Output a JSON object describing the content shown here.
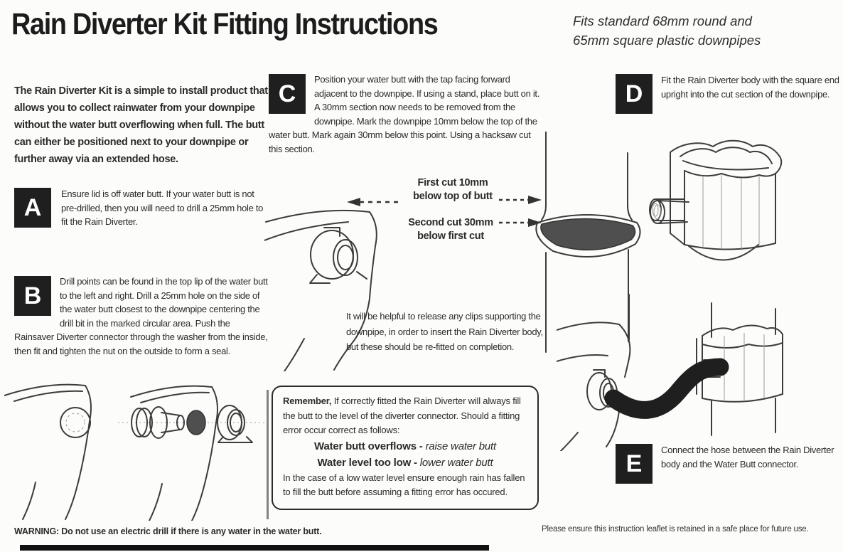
{
  "page": {
    "title": "Rain Diverter Kit Fitting Instructions",
    "subtitle": [
      "Fits standard 68mm round and",
      "65mm square plastic downpipes"
    ],
    "intro": "The Rain Diverter Kit is a simple to install product that allows you to collect rainwater from your downpipe without the water butt overflowing when full. The butt can either be positioned next to your downpipe or further away via an extended hose.",
    "warning_label": "WARNING:",
    "warning_text": "Do not use an electric drill if there is any water in the water butt.",
    "footer_note": "Please ensure this instruction leaflet is retained in a safe place for future use."
  },
  "steps": [
    {
      "letter": "A",
      "text": "Ensure lid is off water butt. If your water butt is not pre-drilled, then you will need to drill a 25mm hole to fit the Rain Diverter."
    },
    {
      "letter": "B",
      "text": "Drill points can be found in the top lip of the water butt to the left and right. Drill a 25mm hole on the side of the water butt closest to the downpipe centering the drill bit in the marked circular area. Push the Rainsaver Diverter connector through the washer from the inside, then fit and tighten the nut on the outside to form a seal."
    },
    {
      "letter": "C",
      "text": "Position your water butt with the tap facing forward adjacent to the downpipe. If using a stand, place butt on it. A 30mm section now needs to be removed from the downpipe. Mark the downpipe 10mm below the top of the water butt. Mark again 30mm below this point. Using a hacksaw cut this section."
    },
    {
      "letter": "D",
      "text": "Fit the Rain Diverter body with the square end upright into the cut section of the downpipe."
    },
    {
      "letter": "E",
      "text": "Connect the hose between the Rain Diverter body and the Water Butt connector."
    }
  ],
  "annotations": {
    "first_cut": [
      "First cut 10mm",
      "below top of butt"
    ],
    "second_cut": [
      "Second cut 30mm",
      "below first cut"
    ],
    "helpful_note": "It will be helpful to release any clips supporting the downpipe, in order to insert the Rain Diverter body, but these should be re-fitted on completion."
  },
  "remember": {
    "lead_bold": "Remember,",
    "lead_text": "If correctly fitted the Rain Diverter will always fill the butt to the level of the diverter connector. Should a fitting error occur correct as follows:",
    "rules": [
      {
        "condition": "Water butt overflows -",
        "action": "raise water butt"
      },
      {
        "condition": "Water level too low -",
        "action": "lower water butt"
      }
    ],
    "tail": "In the case of a low water level ensure enough rain has fallen to fill the butt before assuming a fitting error has occured."
  },
  "colors": {
    "ink": "#2b2b2b",
    "letter_block_bg": "#1f1f1f",
    "cut_shading": "#4f4f4f",
    "hose": "#1f1f1f"
  }
}
